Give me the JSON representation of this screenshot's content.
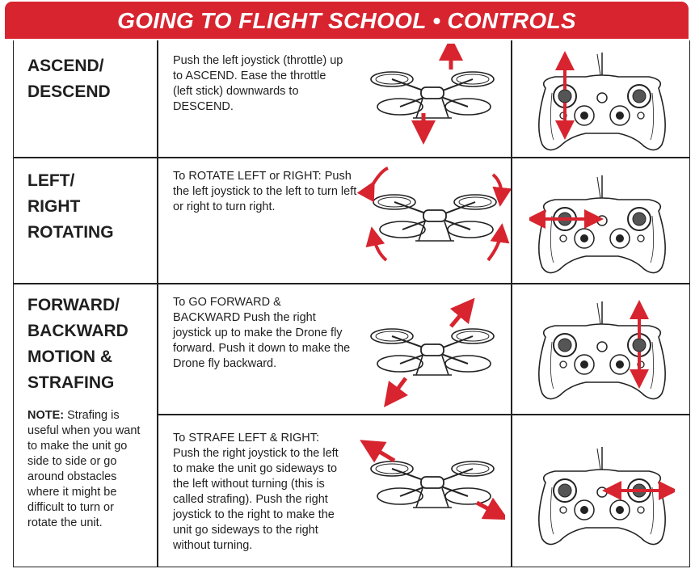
{
  "header": {
    "title": "GOING TO FLIGHT SCHOOL • CONTROLS"
  },
  "colors": {
    "banner": "#d7242f",
    "arrow": "#d7242f",
    "ink": "#222222"
  },
  "rows": [
    {
      "heading_lines": [
        "ASCEND/",
        "DESCEND"
      ],
      "description_lines": [
        "Push the left joystick (throttle) up",
        "to ASCEND. Ease the throttle",
        "(left stick) downwards to",
        "DESCEND."
      ],
      "drone_icon": "drone-ascend-descend",
      "controller_icon": "controller-left-stick-vertical"
    },
    {
      "heading_lines": [
        "LEFT/",
        "RIGHT",
        "ROTATING"
      ],
      "description_lines": [
        "To ROTATE LEFT or RIGHT: Push",
        "the left joystick to the left to turn left",
        "or right to turn right."
      ],
      "drone_icon": "drone-rotate",
      "controller_icon": "controller-left-stick-horizontal"
    },
    {
      "heading_lines": [
        "FORWARD/",
        "BACKWARD",
        "MOTION &",
        "STRAFING"
      ],
      "description_lines": [
        "To GO FORWARD &",
        "BACKWARD Push the right",
        "joystick up to make the Drone fly",
        "forward. Push it down to make the",
        "Drone fly backward."
      ],
      "drone_icon": "drone-forward-backward",
      "controller_icon": "controller-right-stick-vertical"
    },
    {
      "description_lines": [
        "To STRAFE LEFT & RIGHT:",
        "Push the right joystick to the left",
        "to make the unit go sideways to",
        "the left without turning (this is",
        "called strafing). Push the right",
        "joystick to the right to make the",
        "unit go sideways to the right",
        "without turning."
      ],
      "drone_icon": "drone-strafe",
      "controller_icon": "controller-right-stick-horizontal"
    }
  ],
  "note": {
    "label": "NOTE:",
    "text_lines": [
      " Strafing is",
      "useful when you want",
      "to make the unit go",
      "side to side or go",
      "around obstacles",
      "where it might be",
      "difficult to turn or",
      "rotate the unit."
    ]
  }
}
